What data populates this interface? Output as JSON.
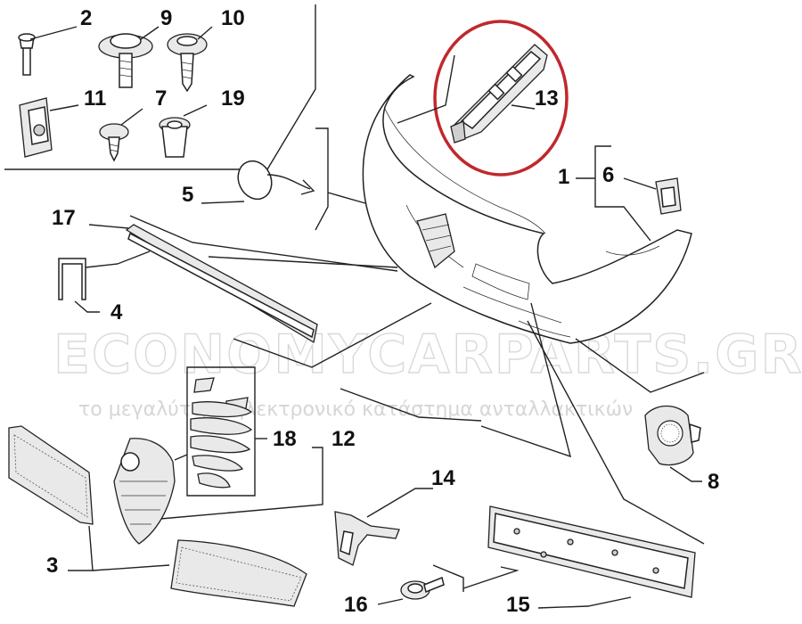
{
  "watermark": {
    "brand": "ECONOMYCARPARTS.GR",
    "tagline": "το μεγαλύτερο ηλεκτρονικό κατάστημα ανταλλακτικών"
  },
  "highlight_color": "#c0282d",
  "labels": {
    "p1": "1",
    "p2": "2",
    "p3": "3",
    "p4": "4",
    "p5": "5",
    "p6": "6",
    "p7": "7",
    "p8": "8",
    "p9": "9",
    "p10": "10",
    "p11": "11",
    "p12": "12",
    "p13": "13",
    "p14": "14",
    "p15": "15",
    "p16": "16",
    "p17": "17",
    "p18": "18",
    "p19": "19"
  }
}
